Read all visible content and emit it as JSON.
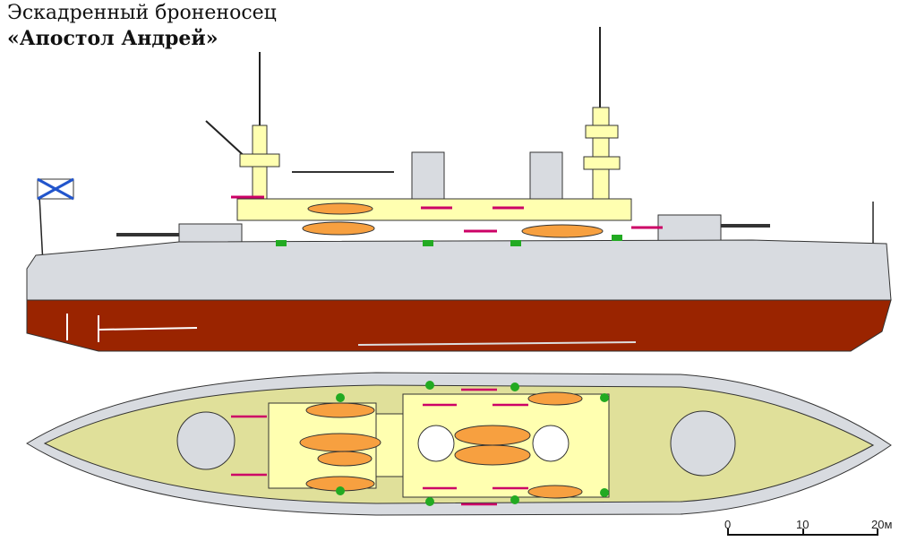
{
  "title": {
    "line1": "Эскадренный броненосец",
    "line2": "«Апостол Андрей»"
  },
  "scale_bar": {
    "labels": [
      "0",
      "10",
      "20м"
    ]
  },
  "colors": {
    "hull_above": "#d8dbe0",
    "hull_below": "#9a2400",
    "superstructure": "#ffffb0",
    "deck_outer": "#e0e09a",
    "boats": "#f7a040",
    "guns_marks": "#cc0066",
    "green_ports": "#22aa22"
  }
}
